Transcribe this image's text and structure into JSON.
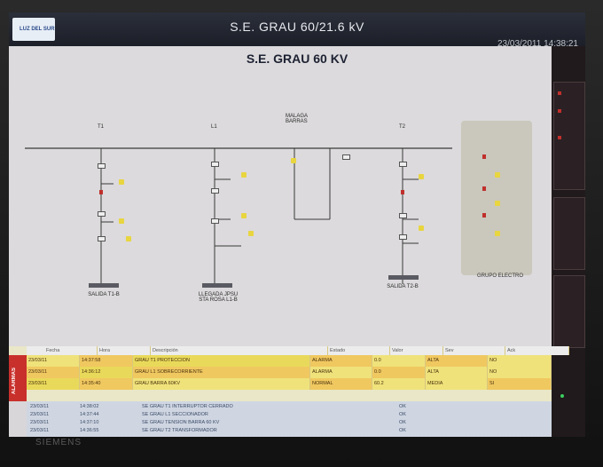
{
  "window": {
    "title": "S.E. GRAU 60/21.6 kV",
    "datetime": "23/03/2011 14:38:21"
  },
  "logo": {
    "text": "LUZ DEL SUR"
  },
  "diagram": {
    "title": "S.E. GRAU 60 KV",
    "feeders": [
      {
        "id": "T1",
        "name": "SALIDA T1-B"
      },
      {
        "id": "L1",
        "name": "LLEGADA JPSU STA ROSA L1-B"
      },
      {
        "id": "ML",
        "name": "MALAGA BARRAS"
      },
      {
        "id": "T2",
        "name": "SALIDA T2-B"
      }
    ],
    "group_label": "GRUPO ELECTRO"
  },
  "alarms": {
    "tag": "ALARMAS",
    "header": [
      "Fecha",
      "Hora",
      "Descripción",
      "Estado",
      "Valor",
      "Sev",
      "Ack"
    ],
    "rows": [
      [
        "23/03/11",
        "14:37:58",
        "GRAU T1 PROTECCION",
        "ALARMA",
        "0.0",
        "ALTA",
        "NO"
      ],
      [
        "23/03/11",
        "14:36:12",
        "GRAU L1 SOBRECORRIENTE",
        "ALARMA",
        "0.0",
        "ALTA",
        "NO"
      ],
      [
        "23/03/11",
        "14:35:40",
        "GRAU BARRA 60KV",
        "NORMAL",
        "60.2",
        "MEDIA",
        "SI"
      ]
    ]
  },
  "events": {
    "rows": [
      [
        "23/03/11",
        "14:38:02",
        "SE GRAU T1 INTERRUPTOR CERRADO",
        "OK"
      ],
      [
        "23/03/11",
        "14:37:44",
        "SE GRAU L1 SECCIONADOR",
        "OK"
      ],
      [
        "23/03/11",
        "14:37:10",
        "SE GRAU TENSION BARRA 60 KV",
        "OK"
      ],
      [
        "23/03/11",
        "14:36:55",
        "SE GRAU T2 TRANSFORMADOR",
        "OK"
      ]
    ]
  },
  "monitor": {
    "brand": "SIEMENS"
  }
}
